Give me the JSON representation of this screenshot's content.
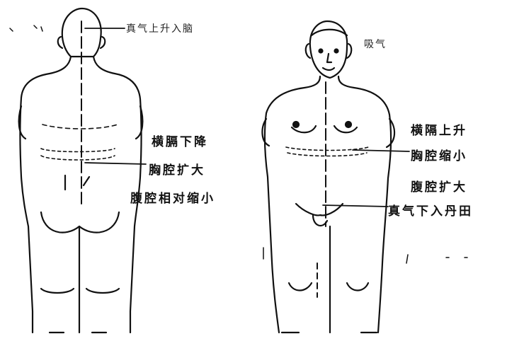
{
  "left_figure": {
    "top_label": "真气上升入脑",
    "labels": [
      "横膈下降",
      "胸腔扩大",
      "腹腔相对缩小"
    ]
  },
  "right_figure": {
    "top_label": "吸气",
    "labels": [
      "横隔上升",
      "胸腔缩小",
      "腹腔扩大",
      "真气下入丹田"
    ]
  },
  "colors": {
    "ink": "#111111",
    "paper": "#ffffff"
  }
}
